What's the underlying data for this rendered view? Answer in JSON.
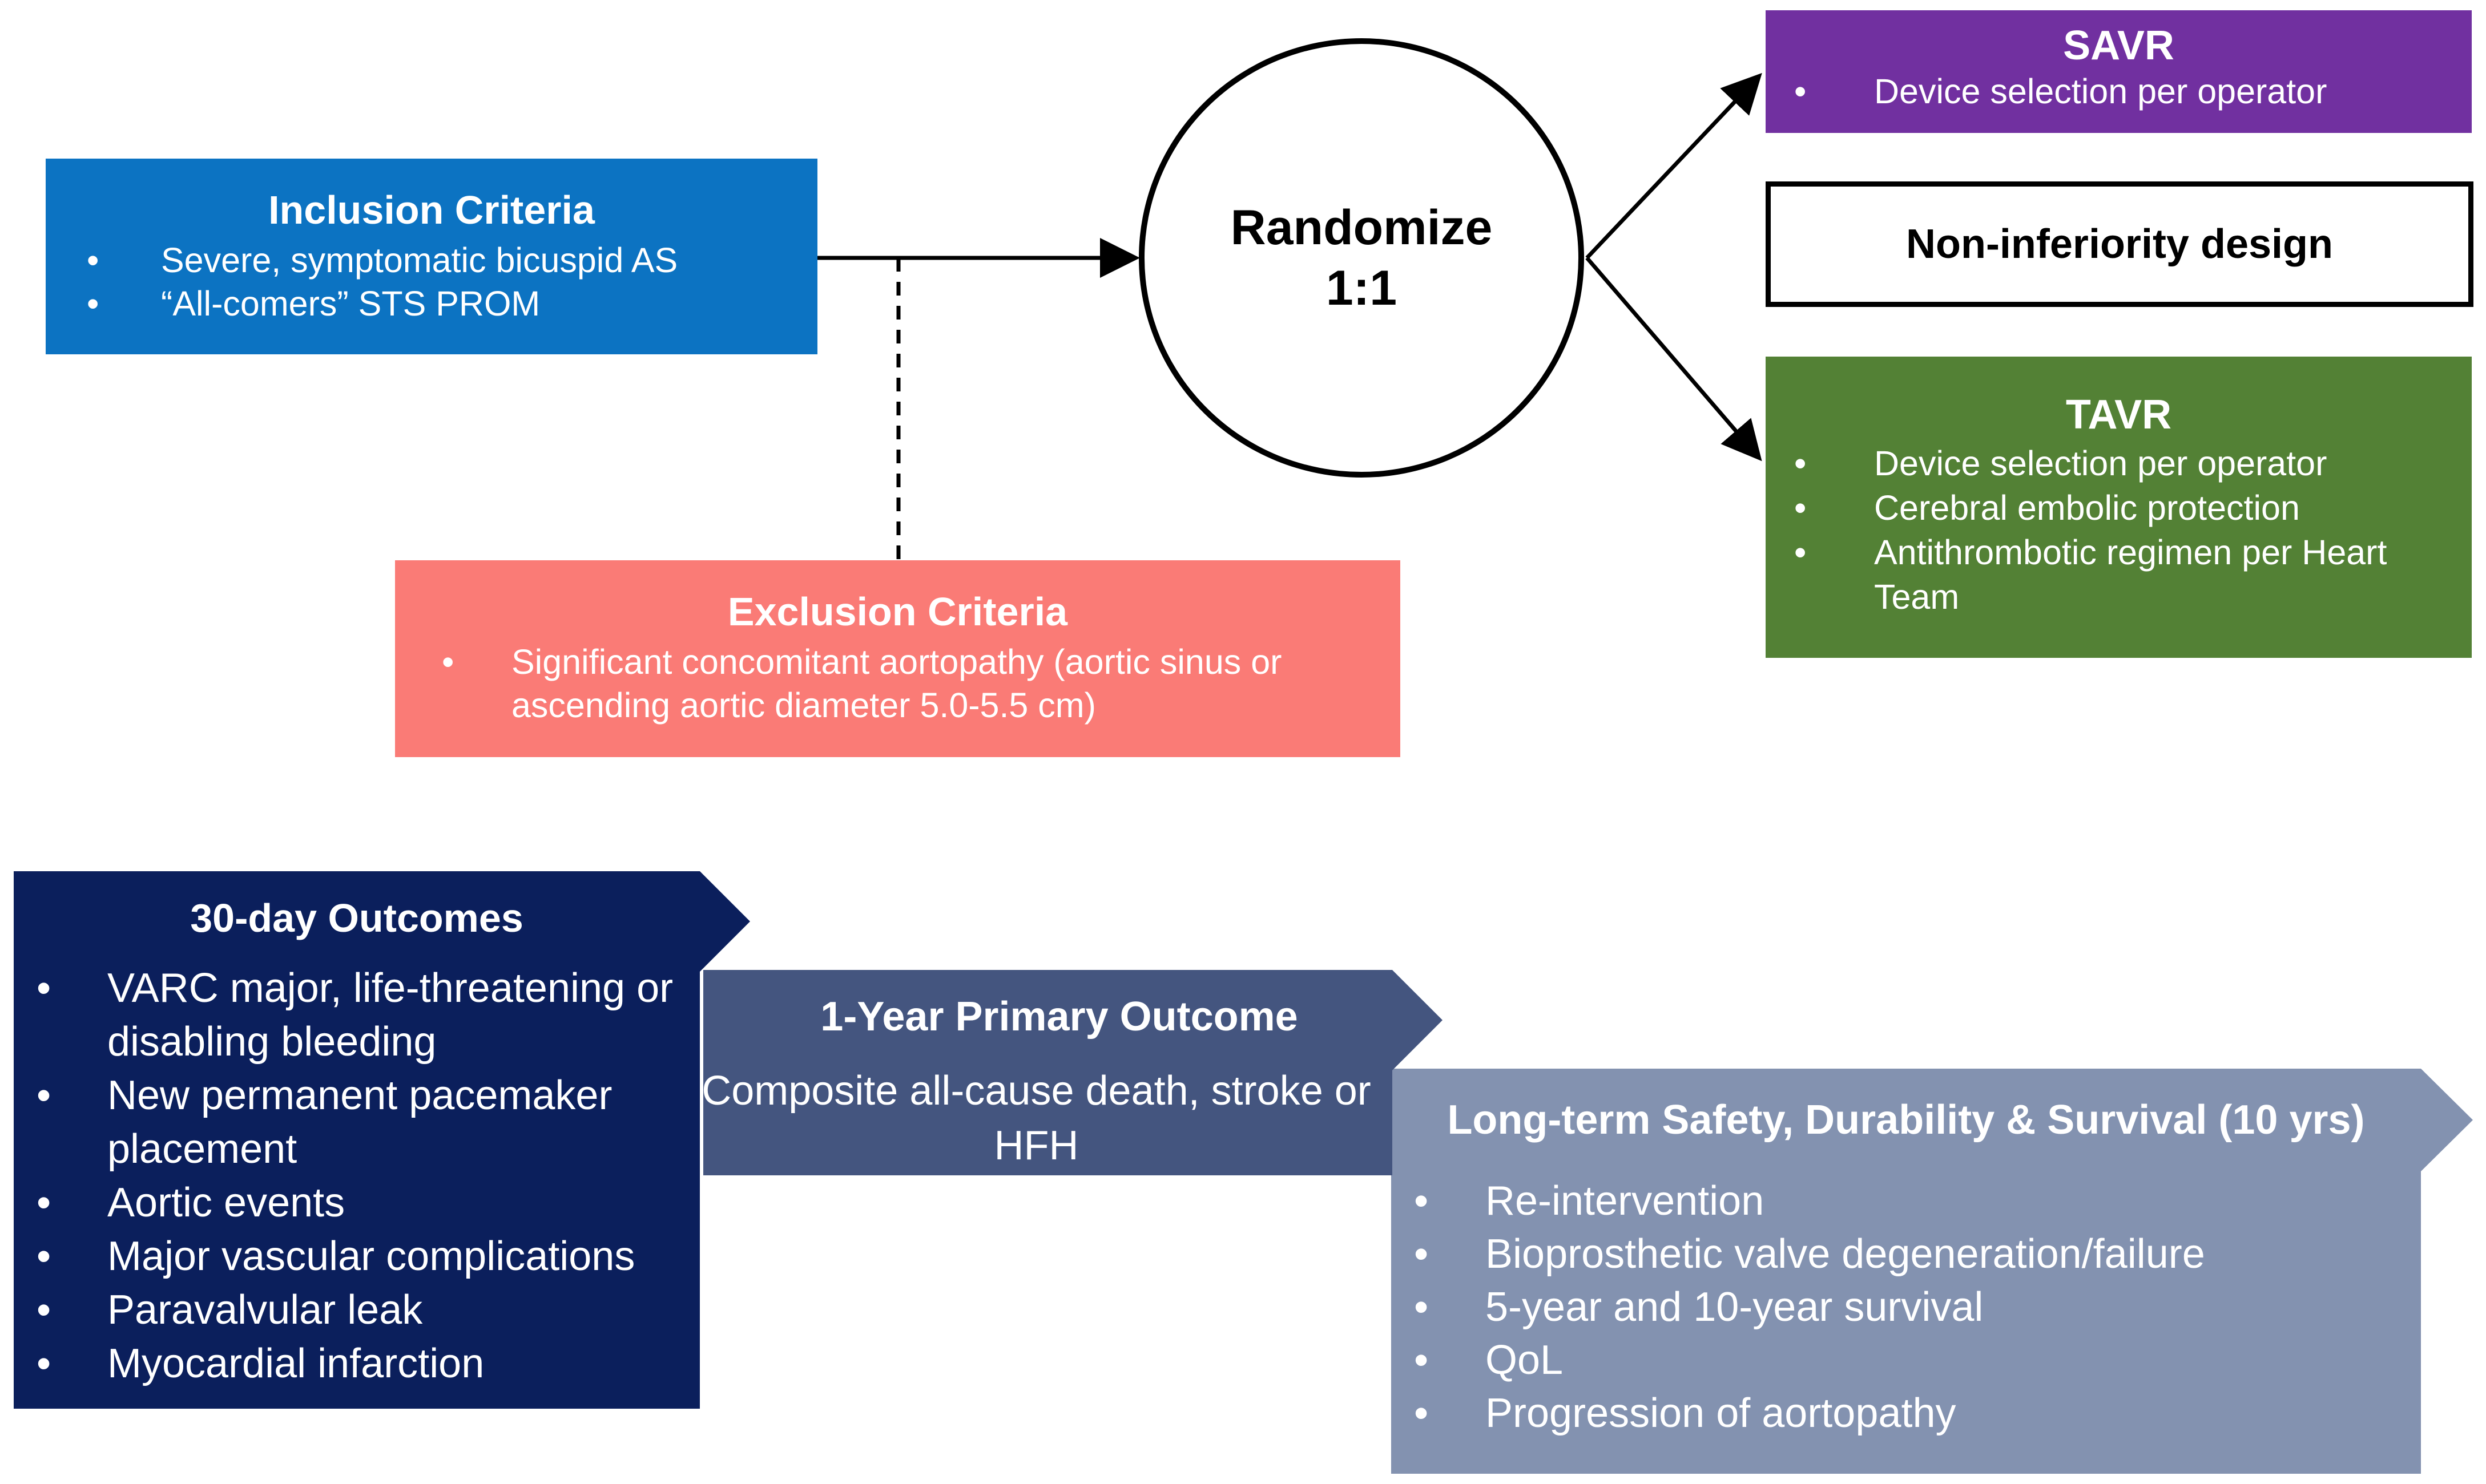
{
  "inclusion": {
    "title": "Inclusion Criteria",
    "items": [
      "Severe, symptomatic bicuspid AS",
      "“All-comers” STS PROM"
    ]
  },
  "exclusion": {
    "title": "Exclusion Criteria",
    "items": [
      "Significant concomitant aortopathy (aortic sinus or ascending aortic diameter 5.0-5.5 cm)"
    ]
  },
  "randomize": {
    "line1": "Randomize",
    "line2": "1:1"
  },
  "savr": {
    "title": "SAVR",
    "items": [
      "Device selection per operator"
    ]
  },
  "design": {
    "label": "Non-inferiority design"
  },
  "tavr": {
    "title": "TAVR",
    "items": [
      "Device selection per operator",
      "Cerebral embolic protection",
      "Antithrombotic regimen per Heart Team"
    ]
  },
  "outcomes_30day": {
    "title": "30-day Outcomes",
    "items": [
      "VARC major, life-threatening or disabling bleeding",
      "New permanent pacemaker placement",
      "Aortic events",
      "Major vascular complications",
      "Paravalvular leak",
      "Myocardial infarction"
    ]
  },
  "primary_outcome": {
    "title": "1-Year Primary Outcome",
    "body": "Composite all-cause death, stroke or HFH"
  },
  "long_term": {
    "title": "Long-term Safety, Durability & Survival (10 yrs)",
    "items": [
      "Re-intervention",
      "Bioprosthetic valve degeneration/failure",
      "5-year and 10-year survival",
      "QoL",
      "Progression of aortopathy"
    ]
  },
  "bullet_glyph": "•",
  "colors": {
    "inclusion": "#0c73c2",
    "exclusion": "#fa7b76",
    "savr": "#7130a0",
    "tavr": "#538135",
    "outcomes_30day": "#0b1f5c",
    "primary_outcome": "#44557f",
    "long_term": "#8392b0"
  }
}
